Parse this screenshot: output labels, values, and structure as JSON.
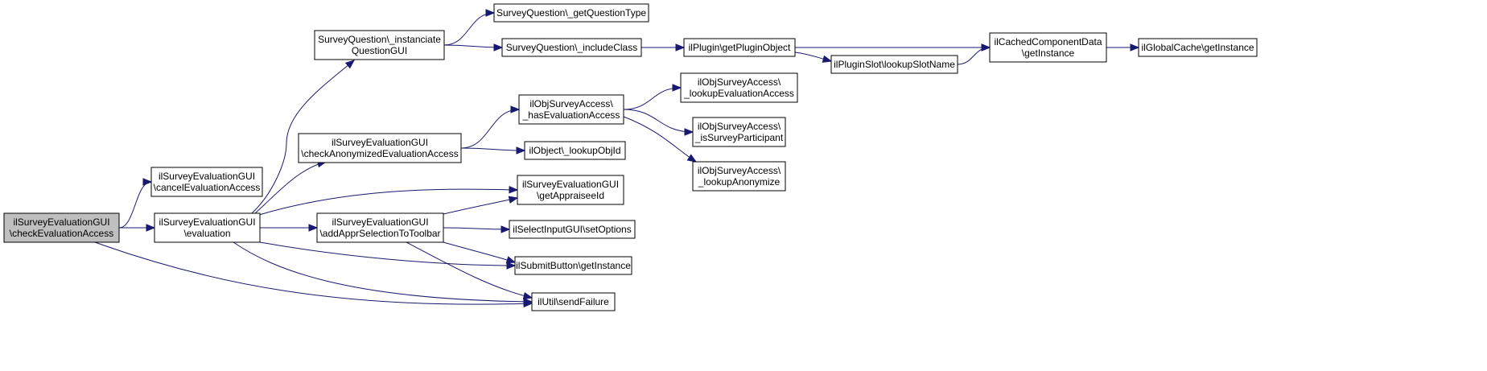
{
  "diagram": {
    "kind": "call-graph",
    "colors": {
      "edge": "#191970",
      "root_fill": "#bfbfbf",
      "node_fill": "#ffffff",
      "border": "#000000"
    },
    "nodes": [
      {
        "id": "check_eval",
        "lines": [
          "ilSurveyEvaluationGUI",
          "\\checkEvaluationAccess"
        ],
        "root": true
      },
      {
        "id": "cancel_eval",
        "lines": [
          "ilSurveyEvaluationGUI",
          "\\cancelEvaluationAccess"
        ]
      },
      {
        "id": "evaluation",
        "lines": [
          "ilSurveyEvaluationGUI",
          "\\evaluation"
        ]
      },
      {
        "id": "instanciate",
        "lines": [
          "SurveyQuestion\\_instanciate",
          "QuestionGUI"
        ]
      },
      {
        "id": "get_qtype",
        "lines": [
          "SurveyQuestion\\_getQuestionType"
        ]
      },
      {
        "id": "include_class",
        "lines": [
          "SurveyQuestion\\_includeClass"
        ]
      },
      {
        "id": "plugin_obj",
        "lines": [
          "ilPlugin\\getPluginObject"
        ]
      },
      {
        "id": "slot_name",
        "lines": [
          "ilPluginSlot\\lookupSlotName"
        ]
      },
      {
        "id": "cached_comp",
        "lines": [
          "ilCachedComponentData",
          "\\getInstance"
        ]
      },
      {
        "id": "global_cache",
        "lines": [
          "ilGlobalCache\\getInstance"
        ]
      },
      {
        "id": "check_anon",
        "lines": [
          "ilSurveyEvaluationGUI",
          "\\checkAnonymizedEvaluationAccess"
        ]
      },
      {
        "id": "has_eval",
        "lines": [
          "ilObjSurveyAccess\\",
          "_hasEvaluationAccess"
        ]
      },
      {
        "id": "lookup_eval",
        "lines": [
          "ilObjSurveyAccess\\",
          "_lookupEvaluationAccess"
        ]
      },
      {
        "id": "is_participant",
        "lines": [
          "ilObjSurveyAccess\\",
          "_isSurveyParticipant"
        ]
      },
      {
        "id": "lookup_anon",
        "lines": [
          "ilObjSurveyAccess\\",
          "_lookupAnonymize"
        ]
      },
      {
        "id": "lookup_objid",
        "lines": [
          "ilObject\\_lookupObjId"
        ]
      },
      {
        "id": "appraisee",
        "lines": [
          "ilSurveyEvaluationGUI",
          "\\getAppraiseeId"
        ]
      },
      {
        "id": "add_appr",
        "lines": [
          "ilSurveyEvaluationGUI",
          "\\addApprSelectionToToolbar"
        ]
      },
      {
        "id": "set_options",
        "lines": [
          "ilSelectInputGUI\\setOptions"
        ]
      },
      {
        "id": "submit_btn",
        "lines": [
          "ilSubmitButton\\getInstance"
        ]
      },
      {
        "id": "send_failure",
        "lines": [
          "ilUtil\\sendFailure"
        ]
      }
    ],
    "edges": [
      [
        "check_eval",
        "cancel_eval"
      ],
      [
        "check_eval",
        "evaluation"
      ],
      [
        "check_eval",
        "send_failure"
      ],
      [
        "evaluation",
        "instanciate"
      ],
      [
        "evaluation",
        "check_anon"
      ],
      [
        "evaluation",
        "appraisee"
      ],
      [
        "evaluation",
        "add_appr"
      ],
      [
        "evaluation",
        "submit_btn"
      ],
      [
        "evaluation",
        "send_failure"
      ],
      [
        "instanciate",
        "get_qtype"
      ],
      [
        "instanciate",
        "include_class"
      ],
      [
        "include_class",
        "plugin_obj"
      ],
      [
        "plugin_obj",
        "cached_comp"
      ],
      [
        "plugin_obj",
        "slot_name"
      ],
      [
        "slot_name",
        "cached_comp"
      ],
      [
        "cached_comp",
        "global_cache"
      ],
      [
        "check_anon",
        "has_eval"
      ],
      [
        "check_anon",
        "lookup_objid"
      ],
      [
        "has_eval",
        "lookup_eval"
      ],
      [
        "has_eval",
        "is_participant"
      ],
      [
        "has_eval",
        "lookup_anon"
      ],
      [
        "add_appr",
        "appraisee"
      ],
      [
        "add_appr",
        "set_options"
      ],
      [
        "add_appr",
        "submit_btn"
      ],
      [
        "add_appr",
        "send_failure"
      ]
    ]
  }
}
